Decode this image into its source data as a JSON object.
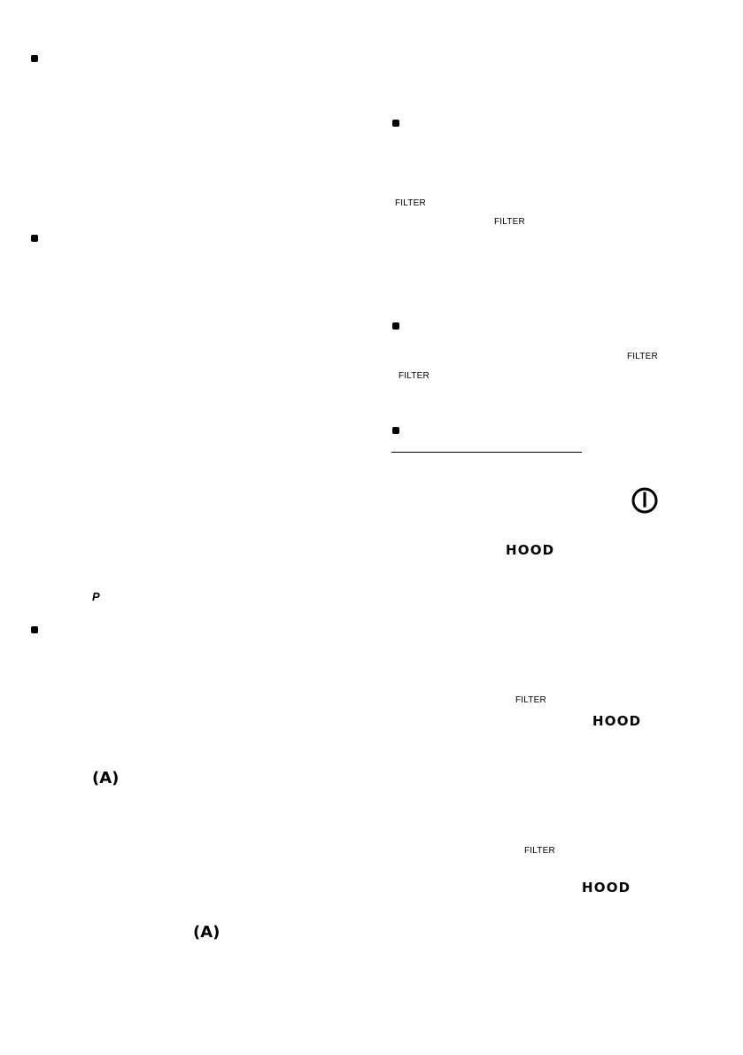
{
  "labels": {
    "filter": "FILTER",
    "hood": "HOOD",
    "auto": "(A)",
    "p": "P"
  },
  "icons": {
    "bullet": "square-bullet-icon",
    "power": "power-icon"
  }
}
